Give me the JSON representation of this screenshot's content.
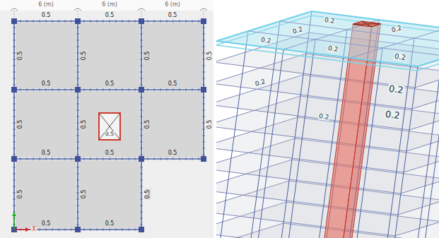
{
  "diagram": {
    "labels": [
      "6 (m)",
      "6 (m)",
      "6 (m)",
      "0.5",
      "0.5",
      "0.5",
      "0.5",
      "0.5",
      "0.5",
      "0.5",
      "0.5",
      "0.5",
      "0.5",
      "0.5",
      "0.5",
      "0.5",
      "0.5",
      "0.5",
      "0.5",
      "0.5",
      "0.5",
      "0.5",
      "0.5",
      "0.5",
      "0.5",
      "0.5",
      "X",
      "0.2",
      "0.2",
      "0.2",
      "0.2",
      "0.2",
      "0.2",
      "0.2",
      "0.2",
      "0.2",
      "0.2"
    ]
  }
}
